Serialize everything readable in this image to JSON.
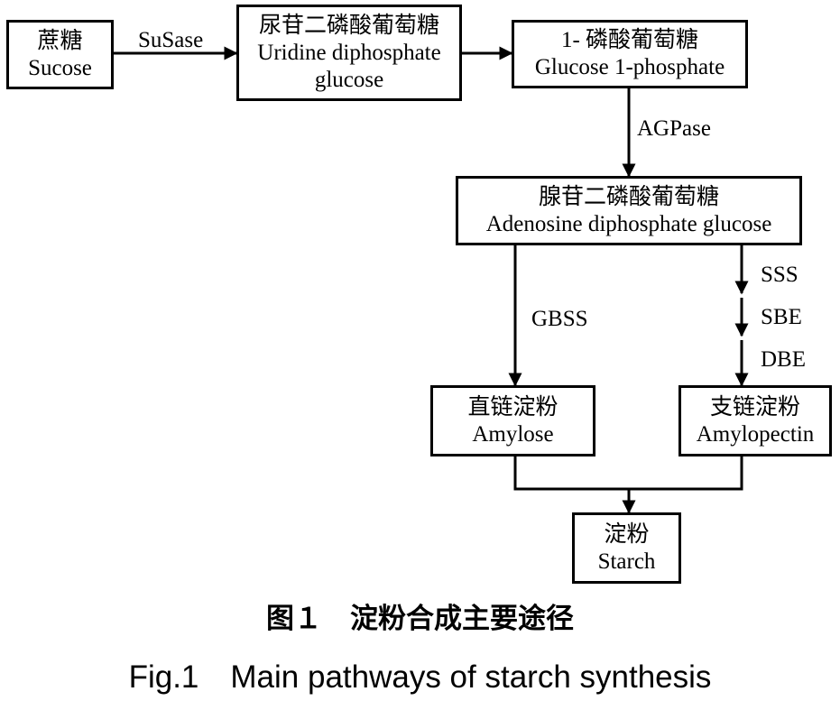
{
  "nodes": {
    "sucrose": {
      "cn": "蔗糖",
      "en": "Sucose"
    },
    "udpg": {
      "cn": "尿苷二磷酸葡萄糖",
      "en1": "Uridine diphosphate",
      "en2": "glucose"
    },
    "g1p": {
      "cn": "1- 磷酸葡萄糖",
      "en": "Glucose 1-phosphate"
    },
    "adpg": {
      "cn": "腺苷二磷酸葡萄糖",
      "en": "Adenosine diphosphate glucose"
    },
    "amylose": {
      "cn": "直链淀粉",
      "en": "Amylose"
    },
    "amylopectin": {
      "cn": "支链淀粉",
      "en": "Amylopectin"
    },
    "starch": {
      "cn": "淀粉",
      "en": "Starch"
    }
  },
  "enzymes": {
    "susase": "SuSase",
    "agpase": "AGPase",
    "gbss": "GBSS",
    "sss": "SSS",
    "sbe": "SBE",
    "dbe": "DBE"
  },
  "caption": {
    "cn": "图１　淀粉合成主要途径",
    "en": "Fig.1　Main pathways of starch synthesis"
  }
}
